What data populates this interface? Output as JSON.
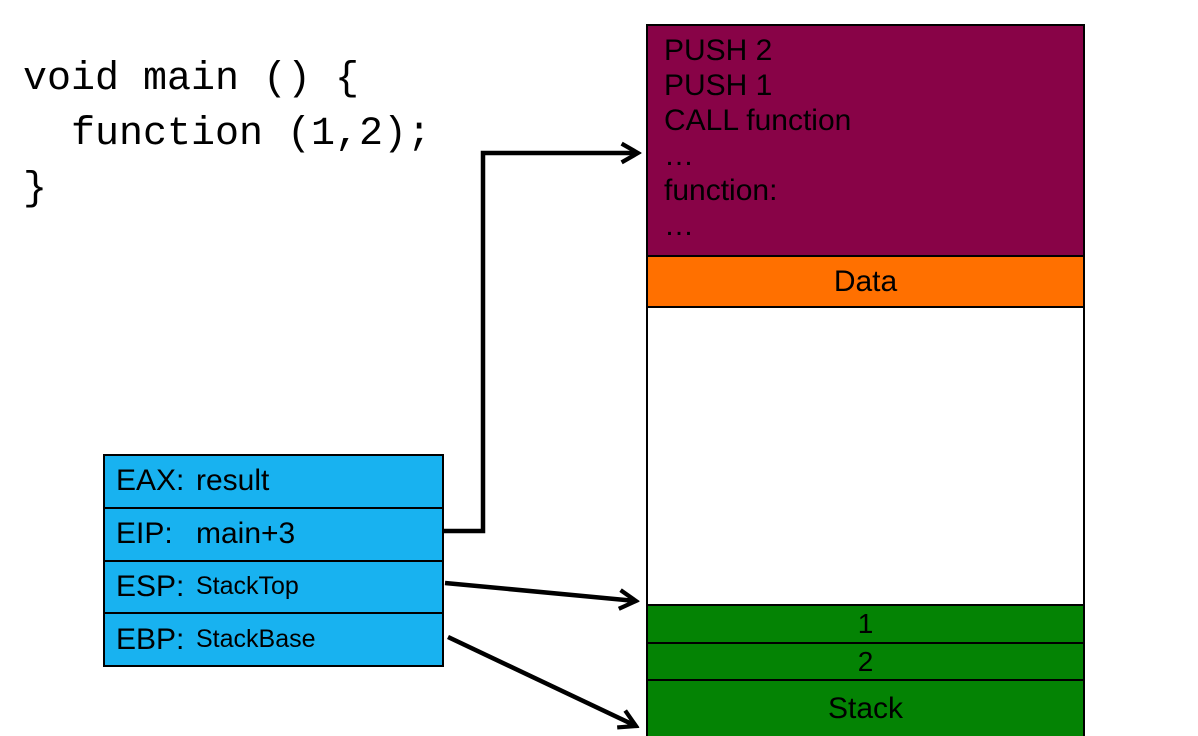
{
  "source_code": {
    "text": "void main () {\n  function (1,2);\n}"
  },
  "registers": {
    "rows": [
      {
        "label": "EAX:",
        "value": "result"
      },
      {
        "label": "EIP:",
        "value": "main+3"
      },
      {
        "label": "ESP:",
        "value": "StackTop"
      },
      {
        "label": "EBP:",
        "value": "StackBase"
      }
    ]
  },
  "memory": {
    "code_lines": [
      "PUSH 2",
      "PUSH 1",
      "CALL function",
      "…",
      "function:",
      "…"
    ],
    "data_label": "Data",
    "stack_items": [
      "1",
      "2"
    ],
    "stack_label": "Stack"
  },
  "colors": {
    "code_segment": "#880347",
    "data_segment": "#FF7000",
    "stack_segment": "#048304",
    "register_fill": "#18B2F0",
    "arrow": "#000000"
  }
}
